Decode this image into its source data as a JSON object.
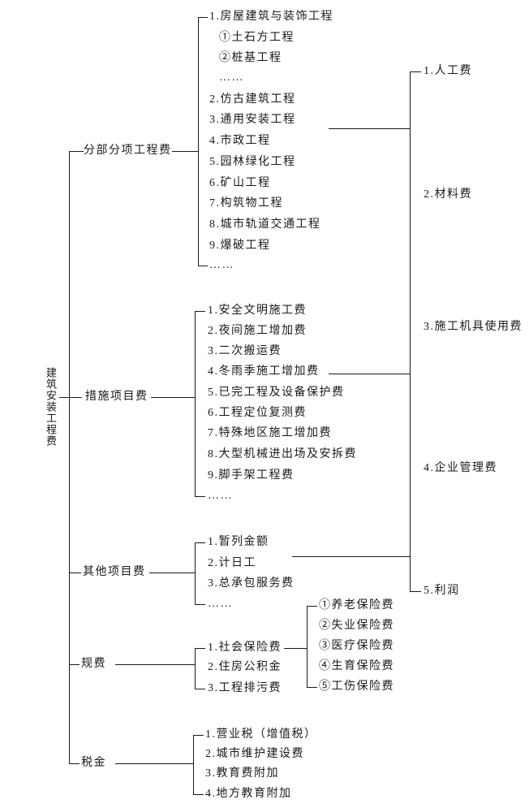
{
  "root": {
    "label": "建筑安装工程费"
  },
  "branches": [
    {
      "label": "分部分项工程费",
      "items": [
        "1.房屋建筑与装饰工程",
        "①土石方工程",
        "②桩基工程",
        "……",
        "2.仿古建筑工程",
        "3.通用安装工程",
        "4.市政工程",
        "5.园林绿化工程",
        "6.矿山工程",
        "7.构筑物工程",
        "8.城市轨道交通工程",
        "9.爆破工程",
        "……"
      ]
    },
    {
      "label": "措施项目费",
      "items": [
        "1.安全文明施工费",
        "2.夜间施工增加费",
        "3.二次搬运费",
        "4.冬雨季施工增加费",
        "5.已完工程及设备保护费",
        "6.工程定位复测费",
        "7.特殊地区施工增加费",
        "8.大型机械进出场及安拆费",
        "9.脚手架工程费",
        "……"
      ]
    },
    {
      "label": "其他项目费",
      "items": [
        "1.暂列金额",
        "2.计日工",
        "3.总承包服务费",
        "……"
      ]
    },
    {
      "label": "规费",
      "items": [
        "1.社会保险费",
        "2.住房公积金",
        "3.工程排污费"
      ],
      "sub_items": [
        "①养老保险费",
        "②失业保险费",
        "③医疗保险费",
        "④生育保险费",
        "⑤工伤保险费"
      ]
    },
    {
      "label": "税金",
      "items": [
        "1.营业税（增值税）",
        "2.城市维护建设费",
        "3.教育费附加",
        "4.地方教育附加"
      ]
    }
  ],
  "cost_elements": [
    "1.人工费",
    "2.材料费",
    "3.施工机具使用费",
    "4.企业管理费",
    "5.利润"
  ],
  "colors": {
    "line": "#1a1a1a",
    "background": "#ffffff"
  }
}
